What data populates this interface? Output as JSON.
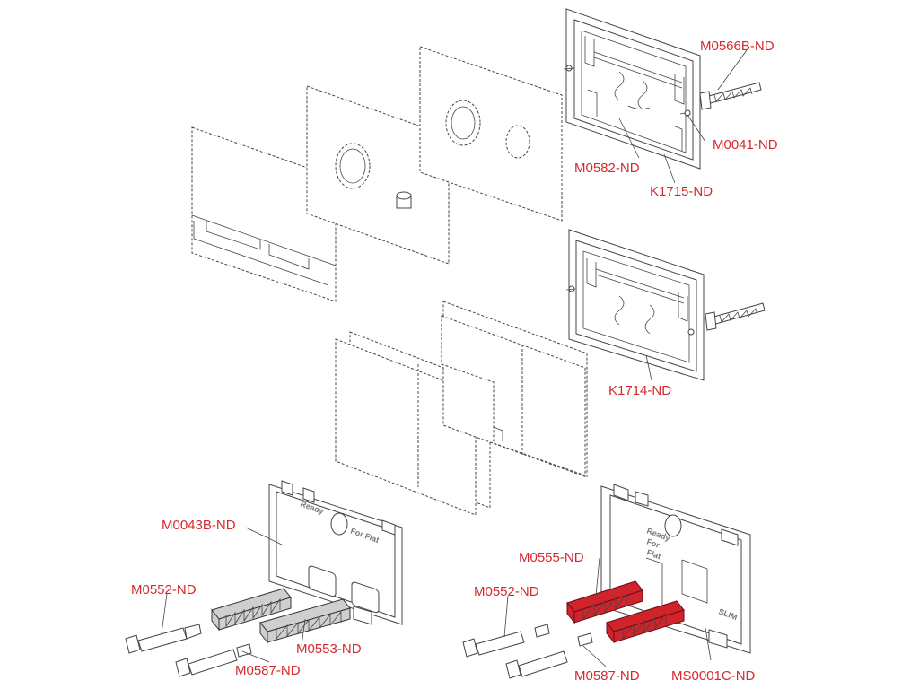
{
  "labels": {
    "m0566b": "M0566B-ND",
    "m0041": "M0041-ND",
    "m0582": "M0582-ND",
    "k1715": "K1715-ND",
    "k1714": "K1714-ND",
    "m0043b": "M0043B-ND",
    "m0552_left": "M0552-ND",
    "m0553": "M0553-ND",
    "m0587_left": "M0587-ND",
    "m0555": "M0555-ND",
    "m0552_right": "M0552-ND",
    "m0587_right": "M0587-ND",
    "ms0001c": "MS0001C-ND"
  },
  "embossed": {
    "ready_left": "Ready",
    "forflat_left": "For Flat",
    "ready_right": "Ready",
    "for_right": "For",
    "flat_right": "Flat",
    "slim": "SLIM"
  },
  "colors": {
    "label": "#d42a2f",
    "highlight_part": "#d0232b",
    "line": "#444444"
  }
}
